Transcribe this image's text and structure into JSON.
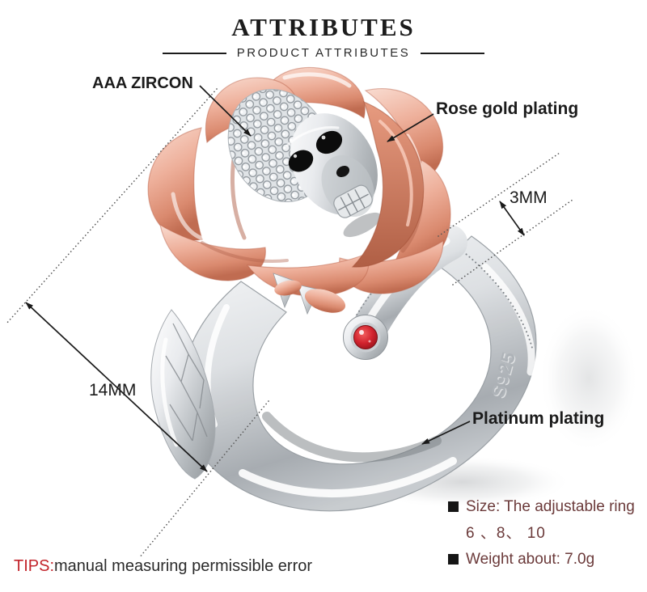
{
  "header": {
    "title": "ATTRIBUTES",
    "subtitle": "PRODUCT ATTRIBUTES"
  },
  "callouts": {
    "zircon": "AAA ZIRCON",
    "rose_gold": "Rose gold plating",
    "platinum": "Platinum plating",
    "width_small": "3MM",
    "width_large": "14MM"
  },
  "engraving": "S925",
  "specs": {
    "size_label": "Size: The adjustable ring",
    "size_values": "6 、8、 10",
    "weight_label": "Weight about: 7.0g"
  },
  "tips": {
    "prefix": "TIPS:",
    "text": "manual measuring permissible error"
  },
  "colors": {
    "tips_red": "#c2242b",
    "spec_text": "#6b3a3a",
    "gem_red": "#d2232e",
    "rose_gold": "#e2997f",
    "silver": "#cfd3d7",
    "label_black": "#1b1b1b"
  }
}
